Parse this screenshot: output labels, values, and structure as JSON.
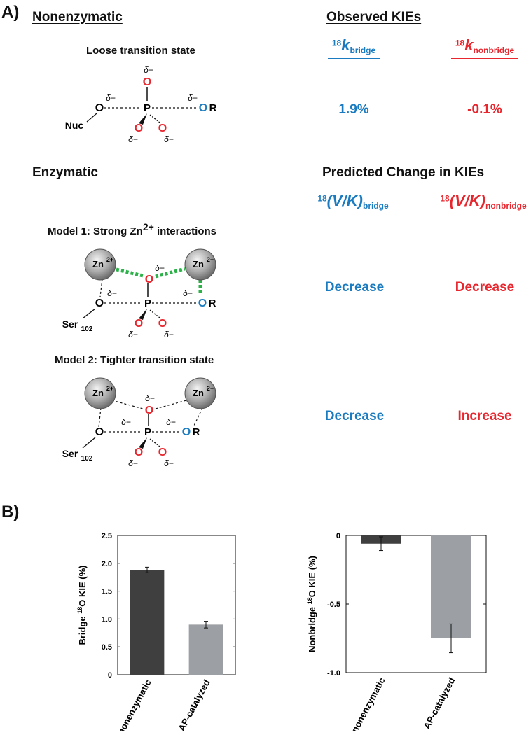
{
  "panel_a_label": "A)",
  "panel_b_label": "B)",
  "nonenzymatic": {
    "heading": "Nonenzymatic",
    "subtitle": "Loose transition state"
  },
  "enzymatic": {
    "heading": "Enzymatic",
    "model1_title": "Model 1: Strong Zn",
    "model1_charge": "2+",
    "model1_title_end": " interactions",
    "model2_title": "Model 2: Tighter transition state"
  },
  "observed": {
    "heading": "Observed KIEs",
    "bridge_sup": "18",
    "bridge_main": "k",
    "bridge_sub": "bridge",
    "nonbridge_sup": "18",
    "nonbridge_main": "k",
    "nonbridge_sub": "nonbridge",
    "bridge_value": "1.9%",
    "nonbridge_value": "-0.1%"
  },
  "predicted": {
    "heading": "Predicted Change in KIEs",
    "bridge_sup": "18",
    "bridge_main": "(V/K)",
    "bridge_sub": "bridge",
    "nonbridge_sup": "18",
    "nonbridge_main": "(V/K)",
    "nonbridge_sub": "nonbridge",
    "model1_bridge": "Decrease",
    "model1_nonbridge": "Decrease",
    "model2_bridge": "Decrease",
    "model2_nonbridge": "Increase"
  },
  "molecule": {
    "delta": "δ−",
    "o": "O",
    "p": "P",
    "r": "R",
    "nuc": "Nuc",
    "zn": "Zn",
    "zn_charge": "2+",
    "ser": "Ser",
    "ser_sub": "102"
  },
  "colors": {
    "blue": "#1a7bc0",
    "red": "#e8262e",
    "green": "#2db24a",
    "bar_dark": "#3f3f3f",
    "bar_light": "#9c9fa3"
  },
  "chart_data": [
    {
      "type": "bar",
      "categories": [
        "nonenzymatic",
        "AP-catalyzed"
      ],
      "values": [
        1.88,
        0.9
      ],
      "errors": [
        0.05,
        0.06
      ],
      "ylabel_pre": "Bridge ",
      "ylabel_sup": "18",
      "ylabel_post": "O KIE (%)",
      "ylim": [
        0,
        2.5
      ],
      "yticks": [
        "0",
        "0.5",
        "1.0",
        "1.5",
        "2.0",
        "2.5"
      ],
      "ytick_values": [
        0,
        0.5,
        1.0,
        1.5,
        2.0,
        2.5
      ]
    },
    {
      "type": "bar",
      "categories": [
        "nonenzymatic",
        "AP-catalyzed"
      ],
      "values": [
        -0.06,
        -0.75
      ],
      "errors": [
        0.05,
        0.105
      ],
      "ylabel_pre": "Nonbridge ",
      "ylabel_sup": "18",
      "ylabel_post": "O KIE (%)",
      "ylim": [
        -1.0,
        0
      ],
      "yticks": [
        "0",
        "-0.5",
        "-1.0"
      ],
      "ytick_values": [
        0,
        -0.5,
        -1.0
      ]
    }
  ]
}
